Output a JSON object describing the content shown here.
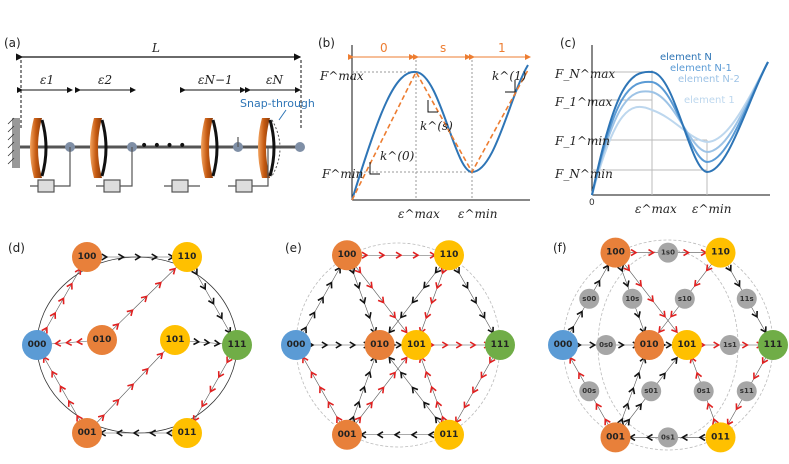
{
  "panels": {
    "a": {
      "label": "(a)",
      "length_label": "L",
      "strain_labels": [
        "ε1",
        "ε2",
        "εN−1",
        "εN"
      ],
      "dots": "• • • •",
      "snap_label": "Snap-through"
    },
    "b": {
      "label": "(b)",
      "segment_labels": [
        "0",
        "s",
        "1"
      ],
      "y_labels": [
        "F^max",
        "F^min"
      ],
      "x_labels": [
        "ε^max",
        "ε^min"
      ],
      "stiffness_labels": [
        "k^(0)",
        "k^(s)",
        "k^(1)"
      ]
    },
    "c": {
      "label": "(c)",
      "legend": [
        "element N",
        "element N-1",
        "element N-2",
        "element 1"
      ],
      "y_labels": [
        "F_N^max",
        "F_1^max",
        "F_1^min",
        "F_N^min"
      ],
      "x_labels": [
        "ε^max",
        "ε^min"
      ],
      "origin": "0"
    },
    "d": {
      "label": "(d)"
    },
    "e": {
      "label": "(e)"
    },
    "f": {
      "label": "(f)"
    }
  },
  "states": [
    "000",
    "100",
    "010",
    "001",
    "110",
    "101",
    "011",
    "111"
  ],
  "intermediate_states": [
    "1s0",
    "s00",
    "10s",
    "s10",
    "11s",
    "0s0",
    "1s1",
    "s01",
    "0s1",
    "00s",
    "s11",
    "0s1"
  ],
  "colors": {
    "orange": "#e8803a",
    "blue": "#5b9bd5",
    "yellow": "#ffc000",
    "green": "#70ad47",
    "gray": "#a6a6a6",
    "red_arrow": "#e02020",
    "black_arrow": "#111111",
    "curve_blue": "#2e75b6",
    "dashed_orange": "#ed7d31",
    "spring_brown": "#c55a11"
  }
}
